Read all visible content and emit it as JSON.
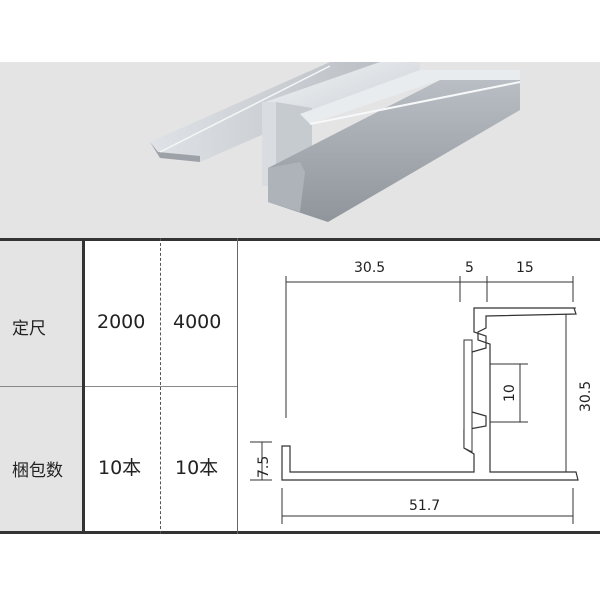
{
  "table": {
    "rows": [
      {
        "label": "定尺",
        "values": [
          "2000",
          "4000"
        ]
      },
      {
        "label": "梱包数",
        "values": [
          "10本",
          "10本"
        ]
      }
    ]
  },
  "dimensions": {
    "top_a": "30.5",
    "top_b": "5",
    "top_c": "15",
    "height": "30.5",
    "slot": "10",
    "lip": "7.5",
    "width": "51.7"
  },
  "colors": {
    "background": "#ffffff",
    "label_column": "#e4e4e4",
    "photo_background": "#e4e4e4",
    "profile_stroke": "#333333",
    "rule": "#333333"
  }
}
